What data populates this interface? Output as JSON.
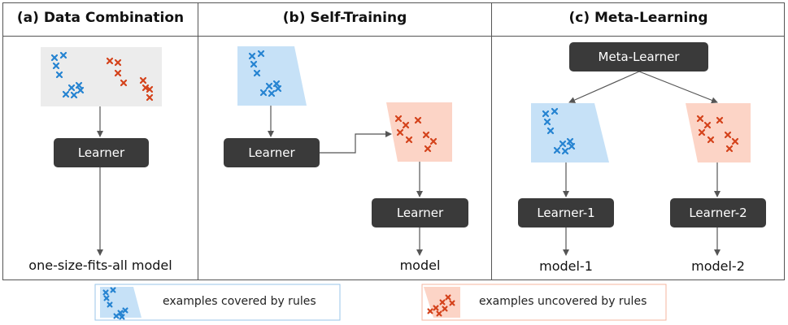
{
  "panels": [
    {
      "title": "(a) Data Combination"
    },
    {
      "title": "(b) Self-Training"
    },
    {
      "title": "(c) Meta-Learning"
    }
  ],
  "nodes": {
    "a_learner": "Learner",
    "b_learner_1": "Learner",
    "b_learner_2": "Learner",
    "c_meta": "Meta-Learner",
    "c_learner_1": "Learner-1",
    "c_learner_2": "Learner-2"
  },
  "outputs": {
    "a": "one-size-fits-all model",
    "b": "model",
    "c1": "model-1",
    "c2": "model-2"
  },
  "legend": {
    "covered": "examples covered by rules",
    "uncovered": "examples uncovered by rules"
  },
  "colors": {
    "covered_fill": "#c6e1f7",
    "uncovered_fill": "#fcd4c6",
    "covered_mark": "#2583d1",
    "uncovered_mark": "#d4421b",
    "neutral_fill": "#ececec",
    "box_fill": "#3a3a3a"
  }
}
